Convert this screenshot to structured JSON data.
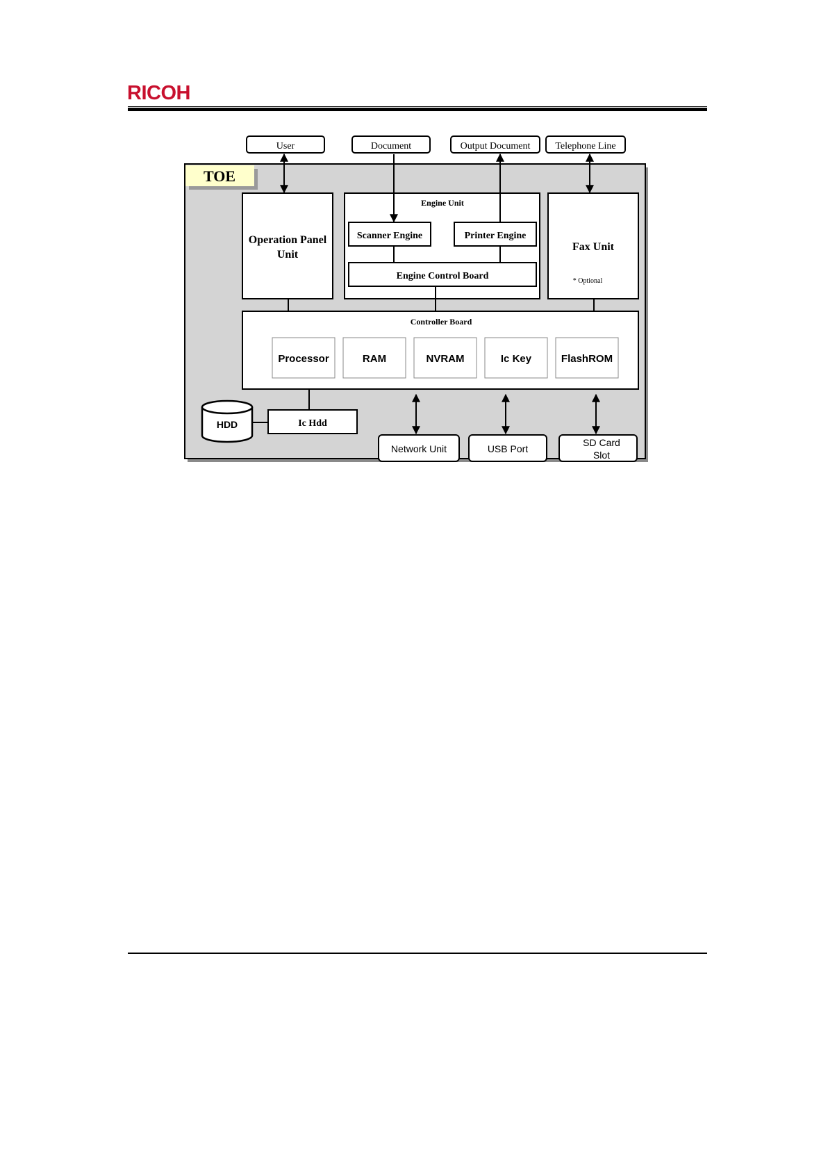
{
  "header": {
    "logo_text": "RICOH",
    "brand_color": "#c8102e"
  },
  "diagram": {
    "external": {
      "user": "User",
      "document": "Document",
      "output_document": "Output Document",
      "telephone_line": "Telephone Line"
    },
    "toe_label": "TOE",
    "operation_panel": {
      "line1": "Operation Panel",
      "line2": "Unit"
    },
    "engine_unit": {
      "title": "Engine Unit",
      "scanner": "Scanner Engine",
      "printer": "Printer Engine",
      "control_board": "Engine Control Board"
    },
    "fax_unit": {
      "title": "Fax Unit",
      "note": "* Optional"
    },
    "controller_board": {
      "title": "Controller Board",
      "components": [
        "Processor",
        "RAM",
        "NVRAM",
        "Ic Key",
        "FlashROM"
      ]
    },
    "hdd": "HDD",
    "ic_hdd": "Ic Hdd",
    "network_unit": "Network Unit",
    "usb_port": "USB Port",
    "sd_card": {
      "line1": "SD Card",
      "line2": "Slot"
    },
    "colors": {
      "toe_background": "#d4d4d4",
      "toe_label_background": "#ffffcc"
    }
  }
}
